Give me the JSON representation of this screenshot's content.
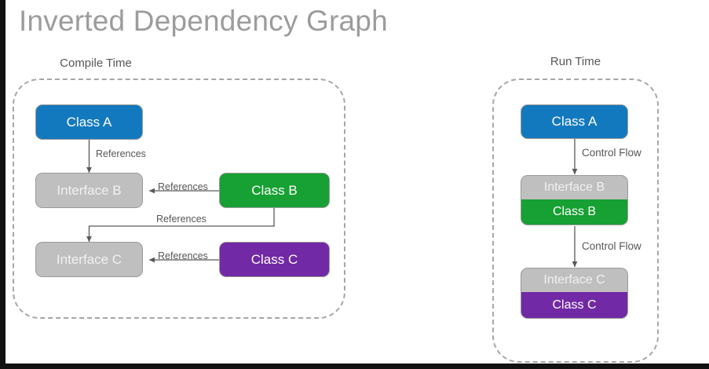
{
  "slide": {
    "title": "Inverted Dependency Graph",
    "title_color": "#9c9c9c",
    "background": "#ffffff",
    "frame_color": "#121212"
  },
  "palette": {
    "blue": "#1379be",
    "green": "#17a033",
    "purple": "#7129a5",
    "gray": "#bfbfbf",
    "border": "#9a9a9a",
    "dashed_group": "#a6a6a6",
    "connector": "#595959",
    "label_text": "#575757"
  },
  "groups": {
    "compile": {
      "label": "Compile Time",
      "nodes": {
        "class_a": "Class A",
        "interface_b": "Interface B",
        "class_b": "Class B",
        "interface_c": "Interface C",
        "class_c": "Class C"
      },
      "edges": {
        "a_to_ib": "References",
        "b_to_ib": "References",
        "b_to_ic": "References",
        "c_to_ic": "References"
      }
    },
    "runtime": {
      "label": "Run Time",
      "nodes": {
        "class_a": "Class A",
        "interface_b": "Interface B",
        "class_b": "Class B",
        "interface_c": "Interface C",
        "class_c": "Class C"
      },
      "edges": {
        "a_to_b": "Control Flow",
        "b_to_c": "Control Flow"
      }
    }
  }
}
